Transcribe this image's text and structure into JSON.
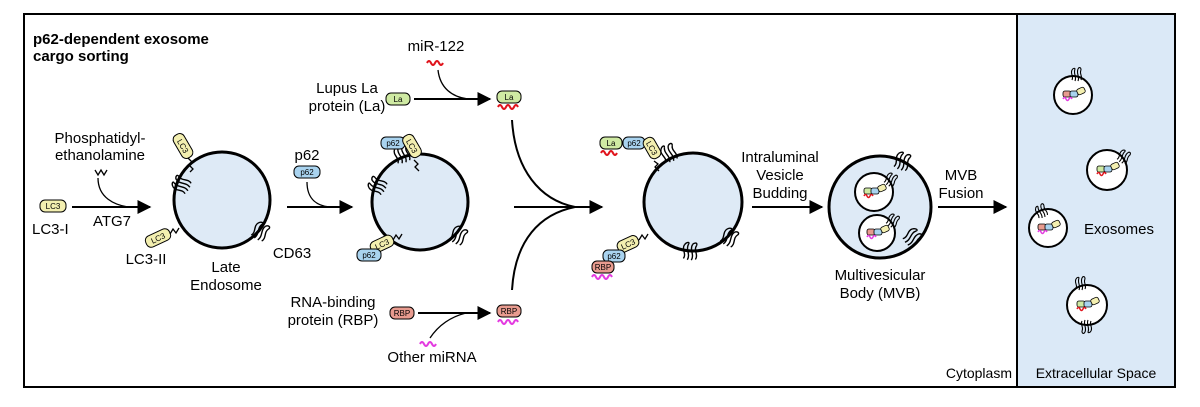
{
  "title_lines": [
    "p62-dependent exosome",
    "cargo sorting"
  ],
  "labels": {
    "phosphatidyl_line1": "Phosphatidyl-",
    "phosphatidyl_line2": "ethanolamine",
    "lc3_i": "LC3-I",
    "atg7": "ATG7",
    "lc3_ii": "LC3-II",
    "late_endosome_line1": "Late",
    "late_endosome_line2": "Endosome",
    "cd63": "CD63",
    "p62": "p62",
    "mir122": "miR-122",
    "lupus_line1": "Lupus La",
    "lupus_line2": "protein (La)",
    "rbp_line1": "RNA-binding",
    "rbp_line2": "protein (RBP)",
    "other_mirna": "Other miRNA",
    "ilv_line1": "Intraluminal",
    "ilv_line2": "Vesicle",
    "ilv_line3": "Budding",
    "mvb_line1": "Multivesicular",
    "mvb_line2": "Body (MVB)",
    "mvb_fusion_line1": "MVB",
    "mvb_fusion_line2": "Fusion",
    "exosomes": "Exosomes",
    "cytoplasm": "Cytoplasm",
    "extracellular": "Extracellular Space"
  },
  "tags": {
    "lc3": "LC3",
    "p62": "p62",
    "la": "La",
    "rbp": "RBP"
  },
  "colors": {
    "lc3": "#f3efb0",
    "p62": "#a9d3ef",
    "la": "#cfeaa3",
    "rbp": "#e89b8f",
    "membrane_fill": "#deeaf6",
    "extracellular_fill": "#dbe9f7",
    "mir122": "#e0141c",
    "other_mirna": "#e33be0"
  }
}
